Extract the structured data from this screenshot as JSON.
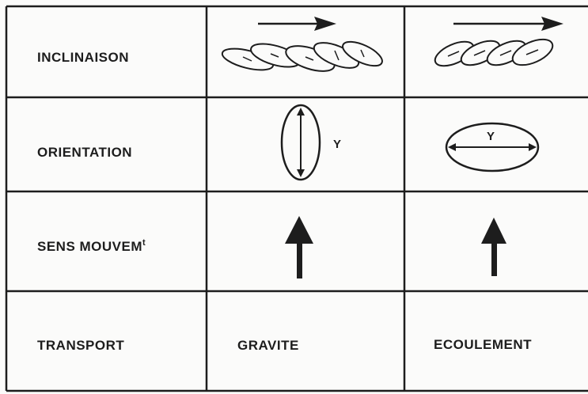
{
  "rows": [
    {
      "key": "inclinaison",
      "label": "INCLINAISON",
      "sup": ""
    },
    {
      "key": "orientation",
      "label": "ORIENTATION",
      "sup": ""
    },
    {
      "key": "sens",
      "label": "SENS MOUVEM",
      "sup": "t"
    },
    {
      "key": "transport",
      "label": "TRANSPORT",
      "sup": ""
    }
  ],
  "transport_values": {
    "gravite": "GRAVITE",
    "ecoulement": "ECOULEMENT"
  },
  "axis_marks": {
    "gravite": "Y",
    "ecoulement": "Y"
  },
  "colors": {
    "ink": "#1d1d1d",
    "paper": "#fbfbfa"
  }
}
